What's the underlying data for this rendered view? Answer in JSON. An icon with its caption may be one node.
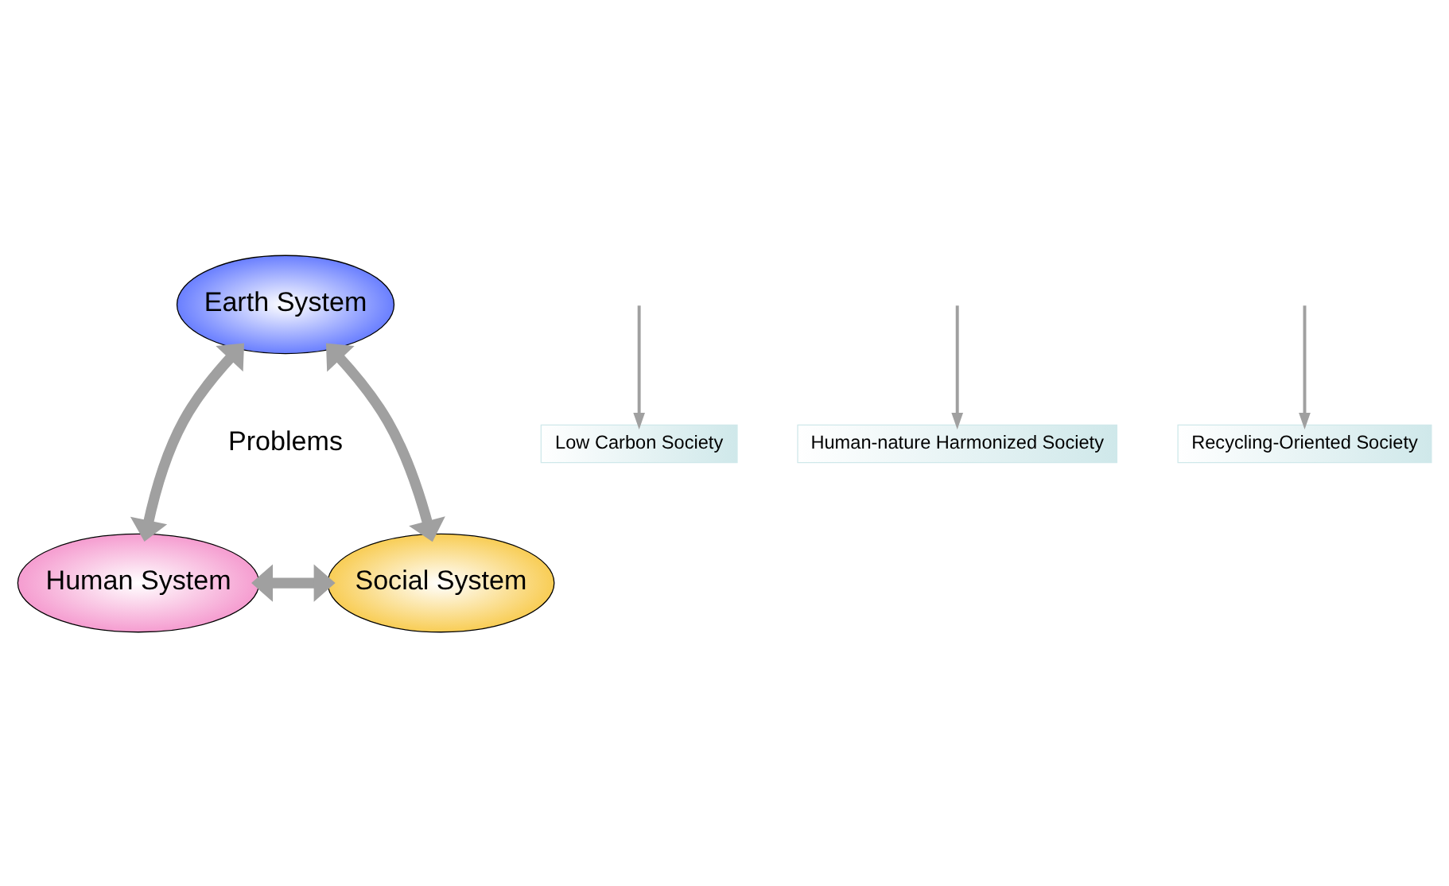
{
  "diagram": {
    "nodes": [
      {
        "text": [
          "Earth System"
        ]
      },
      {
        "text": [
          "Social System"
        ]
      },
      {
        "text": [
          "Human System"
        ]
      },
      {
        "text": [
          "Low Carbon Society"
        ]
      },
      {
        "text": [
          "Human-nature Harmonized Society"
        ]
      },
      {
        "text": [
          "Recycling-Oriented Society"
        ]
      }
    ],
    "edges": [
      {
        "from": 1,
        "to": 0,
        "arrow": "both",
        "style": "thick"
      },
      {
        "from": 0,
        "to": 2,
        "arrow": "both",
        "style": "thick"
      },
      {
        "from": 1,
        "to": 2,
        "arrow": "both",
        "style": "thick"
      },
      {
        "from": null,
        "to": 3,
        "arrow": "to"
      },
      {
        "from": null,
        "to": 4,
        "arrow": "to"
      },
      {
        "from": null,
        "to": 5,
        "arrow": "to"
      }
    ],
    "labels": [
      "Problems"
    ]
  }
}
